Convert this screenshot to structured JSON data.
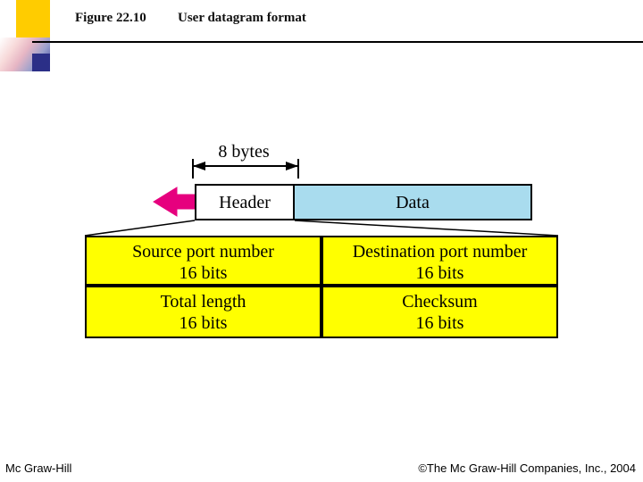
{
  "header": {
    "figure_number": "Figure 22.10",
    "figure_title": "User datagram format"
  },
  "diagram": {
    "type": "packet-format",
    "span_label": "8 bytes",
    "top_row": [
      {
        "label": "Header",
        "color": "#ffffff"
      },
      {
        "label": "Data",
        "color": "#a9dcee"
      }
    ],
    "arrow": {
      "name": "expand-arrow",
      "color": "#e6007e",
      "direction": "left"
    },
    "fields": [
      {
        "name": "Source port number",
        "size": "16 bits",
        "color": "#ffff00"
      },
      {
        "name": "Destination port number",
        "size": "16 bits",
        "color": "#ffff00"
      },
      {
        "name": "Total length",
        "size": "16 bits",
        "color": "#ffff00"
      },
      {
        "name": "Checksum",
        "size": "16 bits",
        "color": "#ffff00"
      }
    ]
  },
  "footer": {
    "left": "Mc Graw-Hill",
    "right": "©The Mc Graw-Hill Companies, Inc., 2004"
  }
}
